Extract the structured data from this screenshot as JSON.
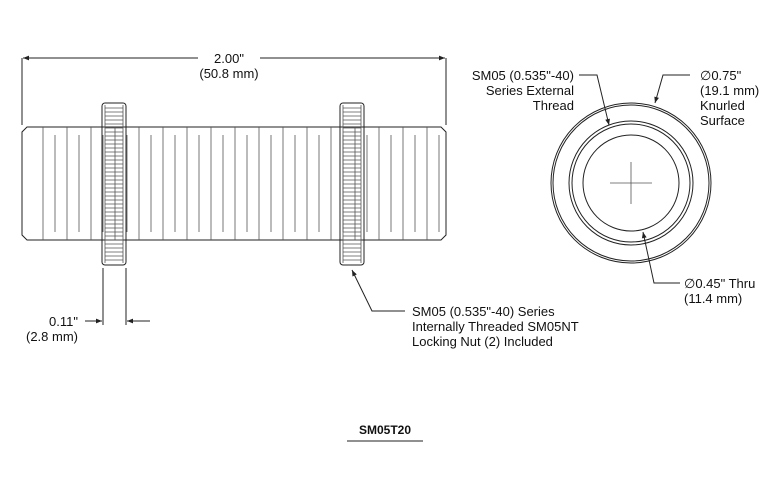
{
  "drawing": {
    "overall_length": {
      "line1": "2.00\"",
      "line2": "(50.8 mm)"
    },
    "nut_width": {
      "line1": "0.11\"",
      "line2": "(2.8 mm)"
    },
    "locking_nut_note": {
      "line1": "SM05 (0.535\"-40) Series",
      "line2": "Internally Threaded SM05NT",
      "line3": "Locking Nut (2) Included"
    },
    "external_thread_note": {
      "line1": "SM05 (0.535\"-40)",
      "line2": "Series External",
      "line3": "Thread"
    },
    "outer_diameter_note": {
      "line1": "∅0.75\"",
      "line2": "(19.1 mm)",
      "line3": "Knurled",
      "line4": "Surface"
    },
    "bore_note": {
      "line1": "∅0.45\" Thru",
      "line2": "(11.4 mm)"
    },
    "part_number": "SM05T20"
  }
}
